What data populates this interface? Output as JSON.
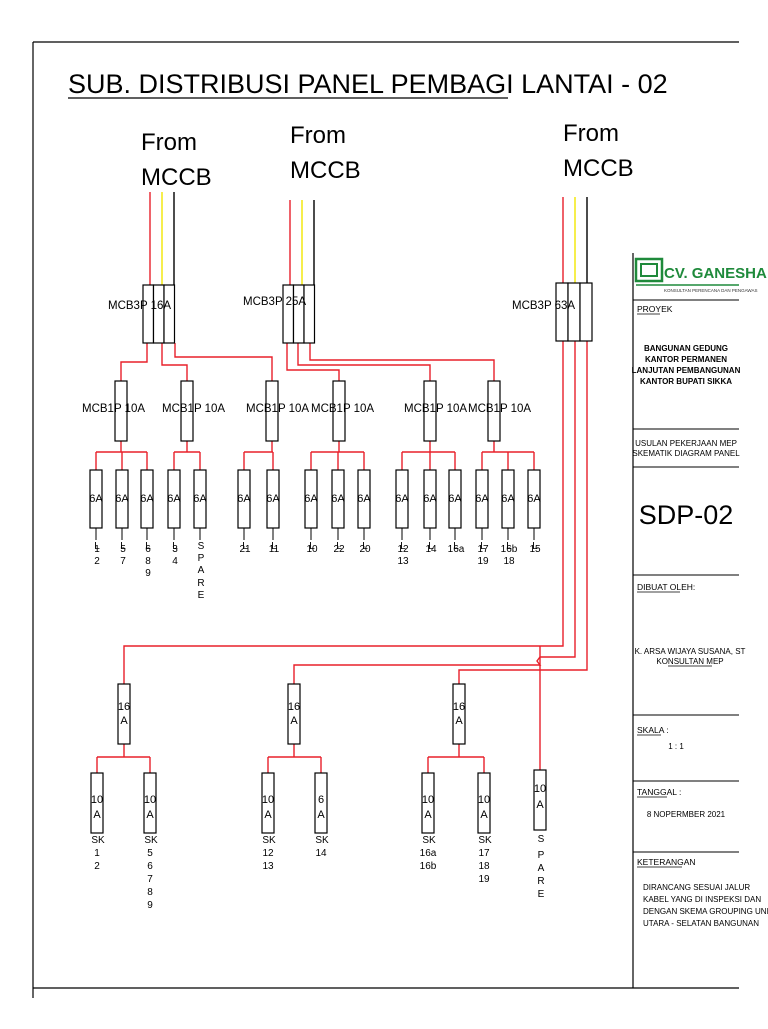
{
  "title": "SUB. DISTRIBUSI PANEL PEMBAGI LANTAI - 02",
  "feeders": [
    {
      "from": "From",
      "source": "MCCB",
      "main_breaker": "MCB3P 16A"
    },
    {
      "from": "From",
      "source": "MCCB",
      "main_breaker": "MCB3P 25A"
    },
    {
      "from": "From",
      "source": "MCCB",
      "main_breaker": "MCB3P 63A"
    }
  ],
  "branch_breaker_label": "MCB1P 10A",
  "lighting_breaker_rating": "6A",
  "lighting_circuits": [
    {
      "group": 1,
      "circuit": "L",
      "loads": [
        "1",
        "2"
      ]
    },
    {
      "group": 1,
      "circuit": "L",
      "loads": [
        "5",
        "7"
      ]
    },
    {
      "group": 1,
      "circuit": "L",
      "loads": [
        "6",
        "8",
        "9"
      ]
    },
    {
      "group": 2,
      "circuit": "L",
      "loads": [
        "3",
        "4"
      ]
    },
    {
      "group": 2,
      "circuit": "S",
      "loads": [
        "P",
        "A",
        "R",
        "E"
      ]
    },
    {
      "group": 3,
      "circuit": "L",
      "loads": [
        "21"
      ]
    },
    {
      "group": 3,
      "circuit": "L",
      "loads": [
        "11"
      ]
    },
    {
      "group": 4,
      "circuit": "L",
      "loads": [
        "10"
      ]
    },
    {
      "group": 4,
      "circuit": "L",
      "loads": [
        "22"
      ]
    },
    {
      "group": 4,
      "circuit": "L",
      "loads": [
        "20"
      ]
    },
    {
      "group": 5,
      "circuit": "L",
      "loads": [
        "12",
        "13"
      ]
    },
    {
      "group": 5,
      "circuit": "L",
      "loads": [
        "14"
      ]
    },
    {
      "group": 5,
      "circuit": "L",
      "loads": [
        "16a"
      ]
    },
    {
      "group": 6,
      "circuit": "L",
      "loads": [
        "17",
        "19"
      ]
    },
    {
      "group": 6,
      "circuit": "L",
      "loads": [
        "16b",
        "18"
      ]
    },
    {
      "group": 6,
      "circuit": "L",
      "loads": [
        "15"
      ]
    }
  ],
  "socket_groups": [
    {
      "breaker": [
        "16",
        "A"
      ],
      "outlets": [
        {
          "rating": [
            "10",
            "A"
          ],
          "label": "SK",
          "loads": [
            "1",
            "2"
          ]
        },
        {
          "rating": [
            "10",
            "A"
          ],
          "label": "SK",
          "loads": [
            "5",
            "6",
            "7",
            "8",
            "9"
          ]
        }
      ]
    },
    {
      "breaker": [
        "16",
        "A"
      ],
      "outlets": [
        {
          "rating": [
            "10",
            "A"
          ],
          "label": "SK",
          "loads": [
            "12",
            "13"
          ]
        },
        {
          "rating": [
            "6",
            "A"
          ],
          "label": "SK",
          "loads": [
            "14"
          ]
        }
      ]
    },
    {
      "breaker": [
        "16",
        "A"
      ],
      "outlets": [
        {
          "rating": [
            "10",
            "A"
          ],
          "label": "SK",
          "loads": [
            "16a",
            "16b"
          ]
        },
        {
          "rating": [
            "10",
            "A"
          ],
          "label": "SK",
          "loads": [
            "17",
            "18",
            "19"
          ]
        }
      ]
    }
  ],
  "spare_outlet": {
    "rating": [
      "10",
      "A"
    ],
    "label": "S",
    "loads": [
      "P",
      "A",
      "R",
      "E"
    ]
  },
  "title_block": {
    "company": "CV. GANESHA TEKN",
    "company_sub": "KONSULTAN PERENCANA DAN PENGAWAS",
    "proyek_label": "PROYEK",
    "proyek_lines": [
      "BANGUNAN GEDUNG",
      "KANTOR PERMANEN",
      "LANJUTAN PEMBANGUNAN",
      "KANTOR BUPATI SIKKA"
    ],
    "usulan_lines": [
      "USULAN PEKERJAAN MEP",
      "SKEMATIK DIAGRAM PANEL"
    ],
    "drawing_no": "SDP-02",
    "dibuat_label": "DIBUAT OLEH:",
    "dibuat_name": "K. ARSA WIJAYA SUSANA, ST",
    "dibuat_role": "KONSULTAN MEP",
    "skala_label": "SKALA :",
    "skala_value": "1 : 1",
    "tanggal_label": "TANGGAL :",
    "tanggal_value": "8 NOPERMBER 2021",
    "keterangan_label": "KETERANGAN",
    "keterangan_lines": [
      "DIRANCANG SESUAI JALUR",
      "KABEL YANG DI INSPEKSI DAN",
      "DENGAN SKEMA GROUPING UNI",
      "UTARA - SELATAN BANGUNAN"
    ]
  },
  "colors": {
    "phase_red": "#e8202a",
    "phase_yellow": "#f2e600",
    "neutral": "#000000",
    "logo_green": "#1f8a3b"
  }
}
